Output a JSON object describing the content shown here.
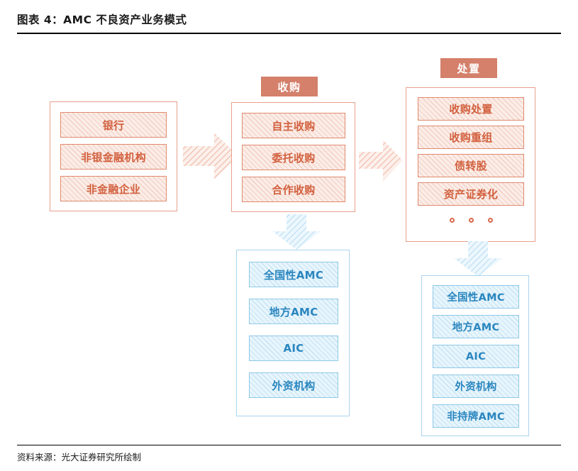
{
  "header": {
    "title": "图表 4：AMC 不良资产业务模式"
  },
  "footer": {
    "source": "资料来源：光大证券研究所绘制"
  },
  "colors": {
    "orange_border": "#E08A6E",
    "orange_text": "#D2603E",
    "orange_fill": "#FBEDE8",
    "chip_fill": "#D4806B",
    "blue_border": "#8FC9E8",
    "blue_text": "#2A86BF",
    "blue_fill": "#E8F5FC",
    "rule": "#000000"
  },
  "diagram": {
    "type": "flow-diagram",
    "stages": [
      {
        "id": "sources",
        "header": null,
        "style": "orange",
        "items": [
          {
            "label": "银行"
          },
          {
            "label": "非银金融机构"
          },
          {
            "label": "非金融企业"
          }
        ]
      },
      {
        "id": "acquisition",
        "header": "收购",
        "style": "orange",
        "items": [
          {
            "label": "自主收购"
          },
          {
            "label": "委托收购"
          },
          {
            "label": "合作收购"
          }
        ]
      },
      {
        "id": "disposal",
        "header": "处置",
        "style": "orange",
        "items": [
          {
            "label": "收购处置"
          },
          {
            "label": "收购重组"
          },
          {
            "label": "债转股"
          },
          {
            "label": "资产证券化"
          }
        ],
        "ellipsis": "○ ○ ○"
      },
      {
        "id": "acquisition-players",
        "header": null,
        "style": "blue",
        "items": [
          {
            "label": "全国性AMC"
          },
          {
            "label": "地方AMC"
          },
          {
            "label": "AIC"
          },
          {
            "label": "外资机构"
          }
        ]
      },
      {
        "id": "disposal-players",
        "header": null,
        "style": "blue",
        "items": [
          {
            "label": "全国性AMC"
          },
          {
            "label": "地方AMC"
          },
          {
            "label": "AIC"
          },
          {
            "label": "外资机构"
          },
          {
            "label": "非持牌AMC"
          }
        ]
      }
    ],
    "connectors": [
      {
        "id": "sources-to-acquisition",
        "direction": "right",
        "style": "orange-hatched"
      },
      {
        "id": "acquisition-to-disposal",
        "direction": "right",
        "style": "orange-hatched"
      },
      {
        "id": "acquisition-to-players",
        "direction": "down",
        "style": "blue-hatched"
      },
      {
        "id": "disposal-to-players",
        "direction": "down",
        "style": "blue-hatched"
      }
    ]
  }
}
